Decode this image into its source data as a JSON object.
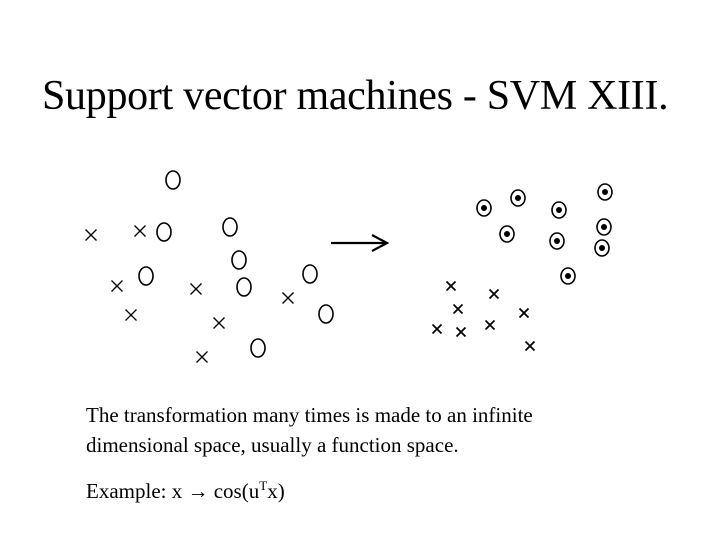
{
  "slide": {
    "title": "Support vector machines - SVM XIII.",
    "text_line1": "The transformation many times is made to an infinite",
    "text_line2": "dimensional space, usually a function space.",
    "example_prefix": "Example: x ",
    "example_arrow": "→",
    "example_func": " cos(u",
    "example_sup": "T",
    "example_suffix": "x)"
  },
  "diagram": {
    "arrow_icon": "right-arrow-icon",
    "left_marker_icons": [
      "circle-icon",
      "cross-icon"
    ],
    "right_marker_icons": [
      "dotted-circle-icon",
      "cross-icon"
    ]
  }
}
